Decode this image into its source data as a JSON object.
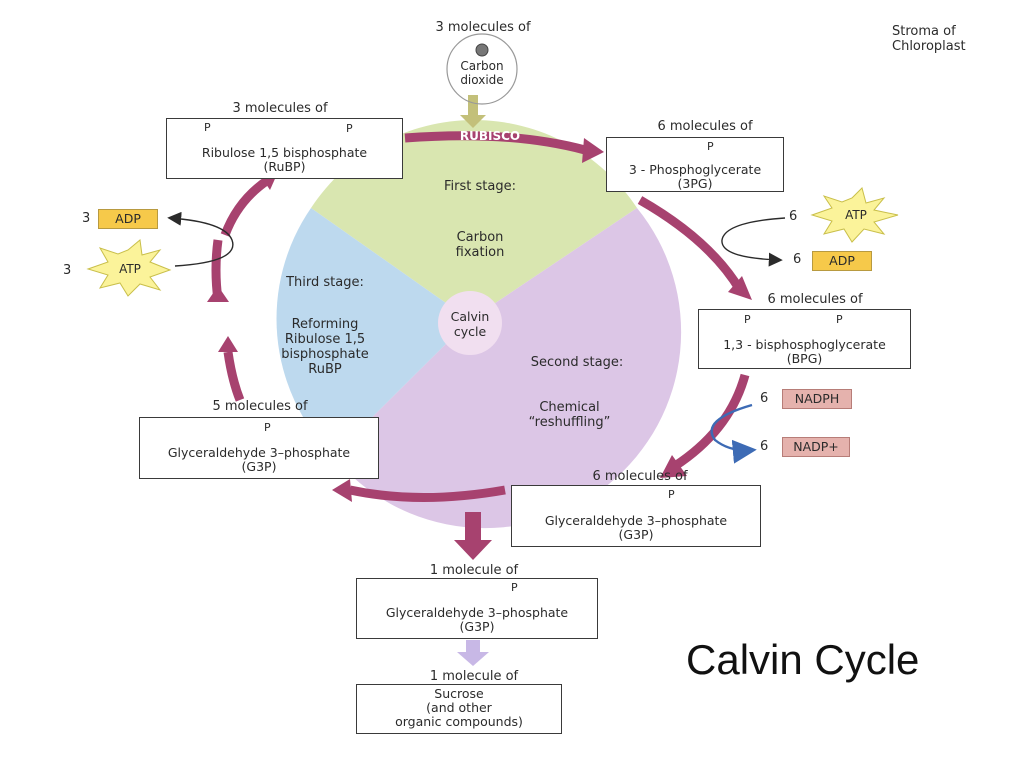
{
  "stroma": {
    "line1": "Stroma of",
    "line2": "Chloroplast"
  },
  "co2": {
    "count": "3 molecules of",
    "line1": "Carbon",
    "line2": "dioxide"
  },
  "rubisco": "RUBISCO",
  "rubp": {
    "count": "3 molecules of",
    "p_left": "P",
    "p_right": "P",
    "line1": "Ribulose 1,5 bisphosphate",
    "line2": "(RuBP)"
  },
  "pg3": {
    "count": "6 molecules of",
    "p": "P",
    "line1": "3 - Phosphoglycerate",
    "line2": "(3PG)"
  },
  "bpg": {
    "count": "6 molecules of",
    "p_left": "P",
    "p_right": "P",
    "line1": "1,3 - bisphosphoglycerate",
    "line2": "(BPG)"
  },
  "g3p_right": {
    "count": "6 molecules of",
    "p": "P",
    "line1": "Glyceraldehyde 3–phosphate",
    "line2": "(G3P)"
  },
  "g3p_left": {
    "count": "5 molecules of",
    "p": "P",
    "line1": "Glyceraldehyde 3–phosphate",
    "line2": "(G3P)"
  },
  "g3p_out": {
    "count": "1 molecule of",
    "p": "P",
    "line1": "Glyceraldehyde 3–phosphate",
    "line2": "(G3P)"
  },
  "sucrose": {
    "count": "1 molecule of",
    "line1": "Sucrose",
    "line2": "(and other",
    "line3": "organic compounds)"
  },
  "left_energy": {
    "adp_num": "3",
    "adp": "ADP",
    "atp_num": "3",
    "atp": "ATP"
  },
  "right_energy": {
    "atp_num": "6",
    "atp": "ATP",
    "adp_num": "6",
    "adp": "ADP"
  },
  "nadph": {
    "num": "6",
    "label": "NADPH"
  },
  "nadp": {
    "num": "6",
    "label": "NADP+"
  },
  "stages": {
    "first_title": "First stage:",
    "first_l1": "Carbon",
    "first_l2": "fixation",
    "second_title": "Second stage:",
    "second_l1": "Chemical",
    "second_l2": "“reshuffling”",
    "third_title": "Third stage:",
    "third_l1": "Reforming",
    "third_l2": "Ribulose 1,5",
    "third_l3": "bisphosphate",
    "third_l4": "RuBP"
  },
  "center": {
    "line1": "Calvin",
    "line2": "cycle"
  },
  "slide_title": "Calvin Cycle",
  "colors": {
    "first": "#d9e6b0",
    "second": "#dcc6e6",
    "third": "#bdd9ee",
    "center": "#f1dff0",
    "arrow": "#a7426f",
    "adp": "#f6c94a",
    "atp": "#fbf39a",
    "nadph": "#e5b2ad",
    "down_arrow": "#c8b8e6"
  }
}
